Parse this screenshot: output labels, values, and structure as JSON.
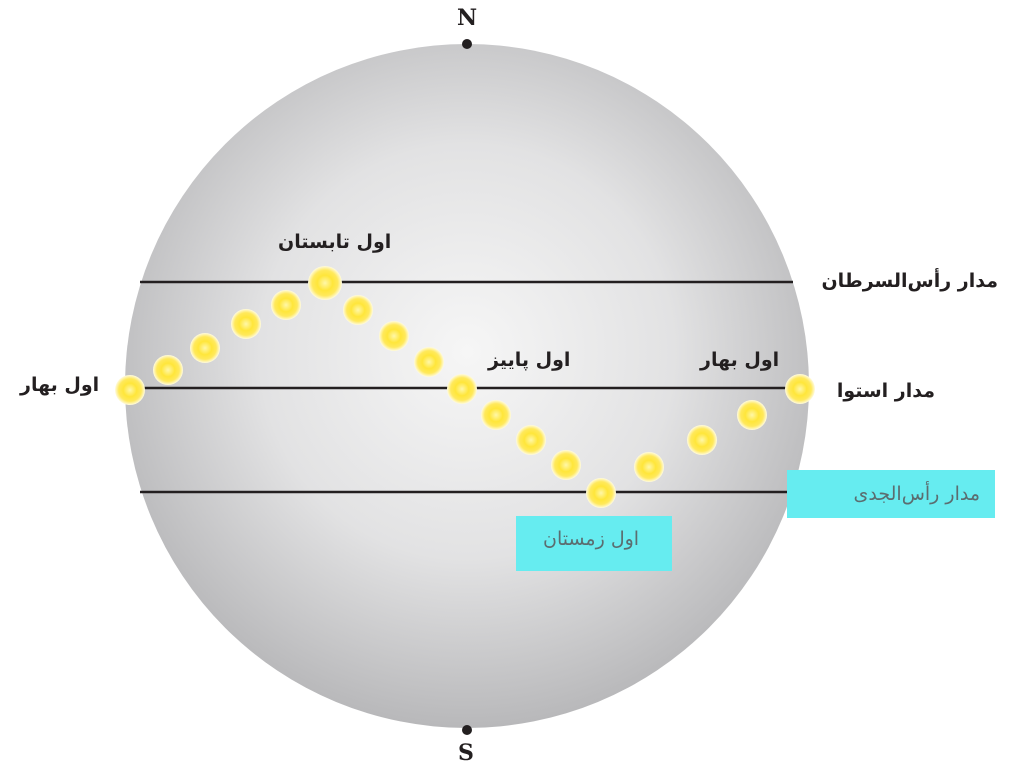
{
  "poles": {
    "north": "N",
    "south": "S"
  },
  "lines": {
    "cancer": "مدار رأس‌السرطان",
    "equator": "مدار استوا",
    "capricorn": "مدار رأس‌الجدی"
  },
  "season_labels": {
    "spring_left": "اول بهار",
    "summer": "اول تابستان",
    "autumn": "اول پاییز",
    "spring_right": "اول بهار",
    "winter": "اول زمستان"
  },
  "colors": {
    "sphere_light": "#f4f4f4",
    "sphere_dark": "#b9b9bb",
    "line": "#231f20",
    "sun_core": "#ffe94a",
    "sun_glow": "#fff7b0",
    "highlight": "#66ecf0"
  },
  "sun_icon": "sun-icon"
}
